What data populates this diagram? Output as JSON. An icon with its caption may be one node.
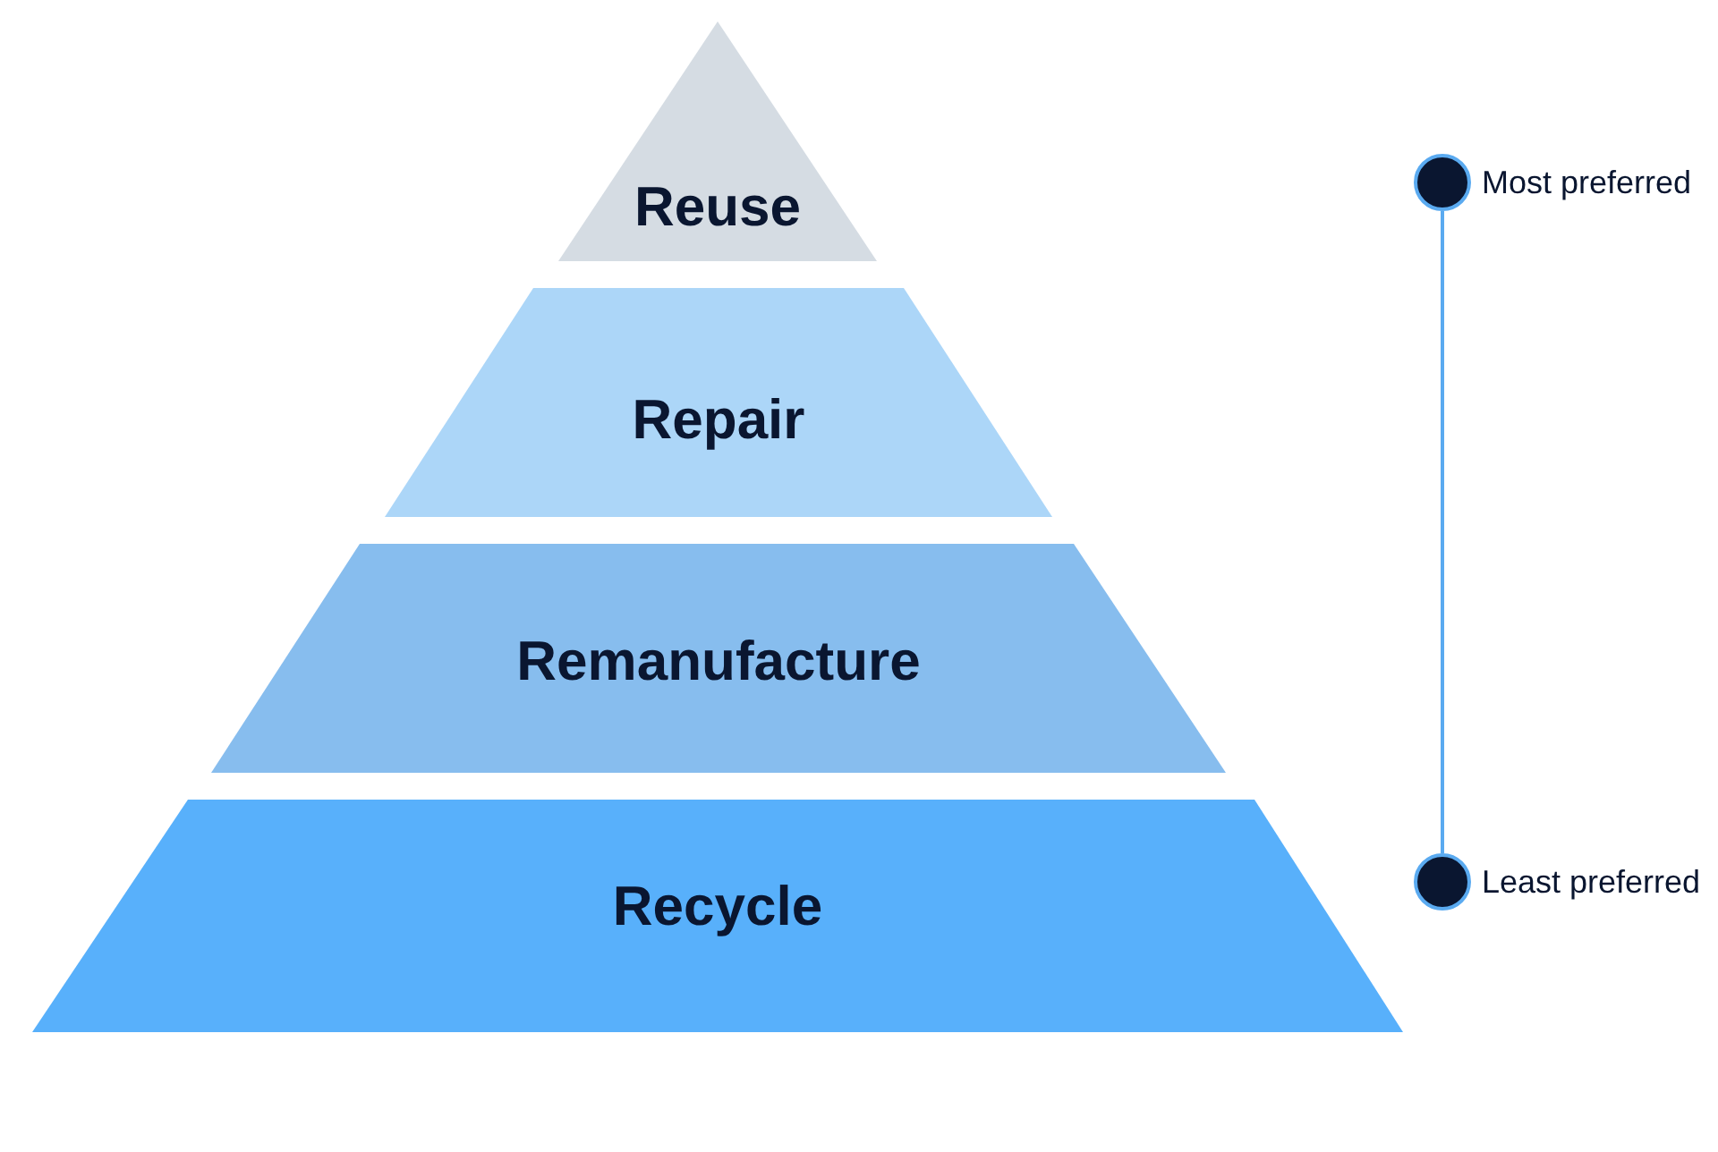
{
  "diagram": {
    "nodes": [
      {
        "text": [
          "Reuse"
        ]
      },
      {
        "text": [
          "Repair"
        ]
      },
      {
        "text": [
          "Remanufacture"
        ]
      },
      {
        "text": [
          "Recycle"
        ]
      },
      {
        "text": [],
        "shape": "circle",
        "beside": [
          "Most preferred"
        ]
      },
      {
        "text": [],
        "shape": "circle",
        "beside": [
          "Least preferred"
        ]
      }
    ],
    "edges": [
      {
        "from": 4,
        "to": 5,
        "arrow": "none",
        "color": "#5aaaf0"
      }
    ]
  }
}
